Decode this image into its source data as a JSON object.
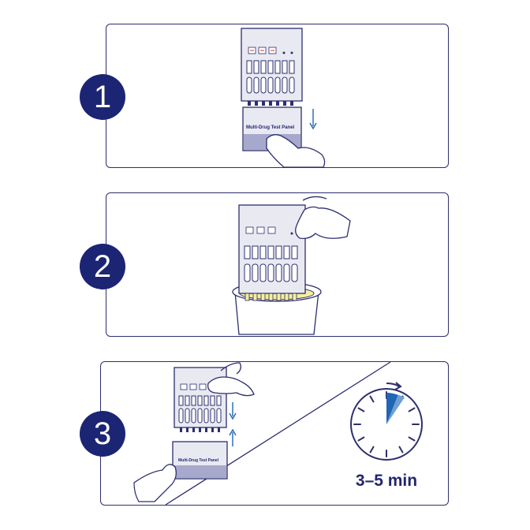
{
  "steps": [
    {
      "number": "1",
      "card_label": "Multi-Drug Test Panel"
    },
    {
      "number": "2"
    },
    {
      "number": "3",
      "card_label": "Multi-Drug Test Panel",
      "timer_label": "3–5 min"
    }
  ],
  "colors": {
    "navy": "#1c2474",
    "outline": "#2d2e6e",
    "panel_fill": "#e9e9f2",
    "accent_blue": "#1f66b3",
    "urine_yellow": "#f5ee9d"
  },
  "timer": {
    "elapsed_fraction": 0.06
  }
}
